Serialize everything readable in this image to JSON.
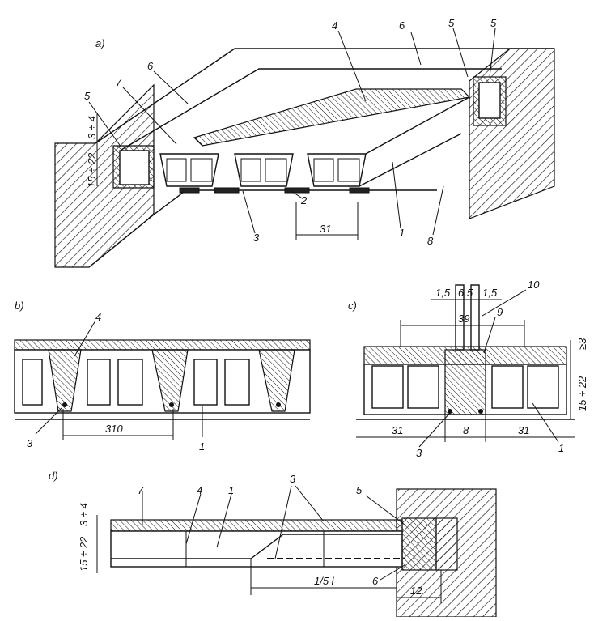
{
  "labels": {
    "a": "a)",
    "b": "b)",
    "c": "c)",
    "d": "d)",
    "n1": "1",
    "n2": "2",
    "n3": "3",
    "n4": "4",
    "n5": "5",
    "n6": "6",
    "n7": "7",
    "n8": "8",
    "n9": "9",
    "n10": "10"
  },
  "dims": {
    "a_31": "31",
    "a_3_4": "3 ÷ 4",
    "a_15_22": "15 ÷ 22",
    "b_310": "310",
    "c_1_5a": "1,5",
    "c_6_5": "6,5",
    "c_1_5b": "1,5",
    "c_39": "39",
    "c_ge3": "≥3",
    "c_15_22": "15 ÷ 22",
    "c_31a": "31",
    "c_8": "8",
    "c_31b": "31",
    "d_3_4": "3 ÷ 4",
    "d_15_22": "15 ÷ 22",
    "d_1_5l": "1/5 l",
    "d_12": "12"
  }
}
